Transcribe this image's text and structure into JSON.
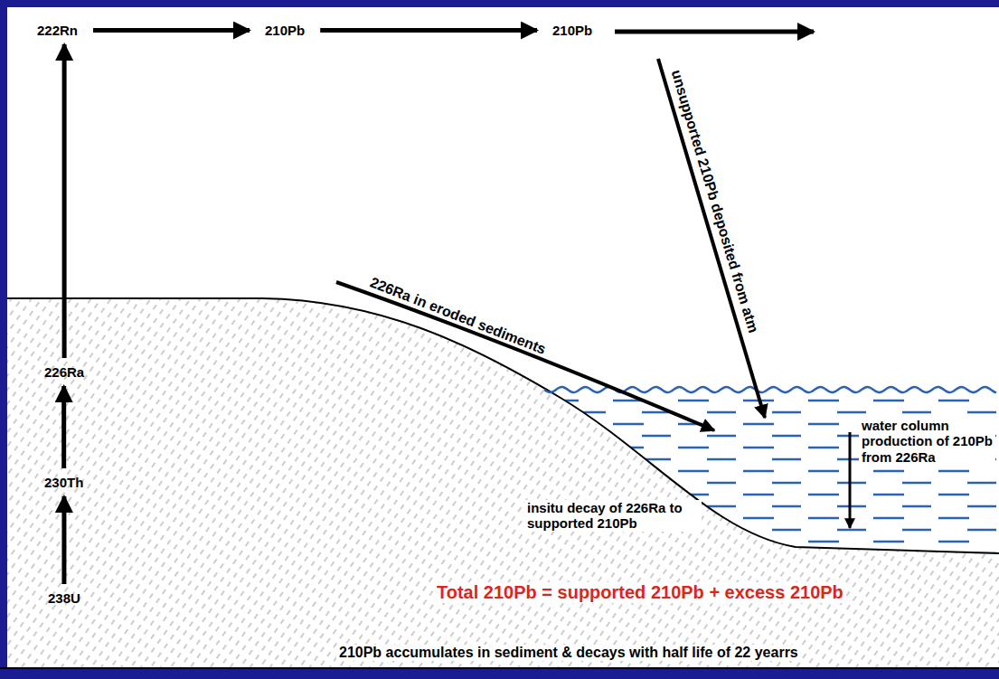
{
  "diagram": {
    "nodes": [
      {
        "text": [
          "222Rn"
        ]
      },
      {
        "text": [
          "210Pb"
        ]
      },
      {
        "text": [
          "210Pb"
        ]
      },
      {
        "text": [
          "226Ra"
        ]
      },
      {
        "text": [
          "230Th"
        ]
      },
      {
        "text": [
          "238U"
        ]
      }
    ],
    "edges": [
      {
        "from": 5,
        "to": 4,
        "arrow": "to"
      },
      {
        "from": 4,
        "to": 3,
        "arrow": "to"
      },
      {
        "from": 3,
        "to": 0,
        "arrow": "to"
      },
      {
        "from": 0,
        "to": 1,
        "arrow": "to"
      },
      {
        "from": 1,
        "to": 2,
        "arrow": "to"
      }
    ],
    "labels": [
      "unsupported 210Pb deposited from atm",
      "226Ra in eroded sediments",
      "water column production of 210Pb from 226Ra",
      "insitu decay of 226Ra to supported 210Pb",
      "Total 210Pb = supported 210Pb + excess 210Pb",
      "210Pb accumulates in sediment & decays with half life of 22 yearrs"
    ]
  }
}
